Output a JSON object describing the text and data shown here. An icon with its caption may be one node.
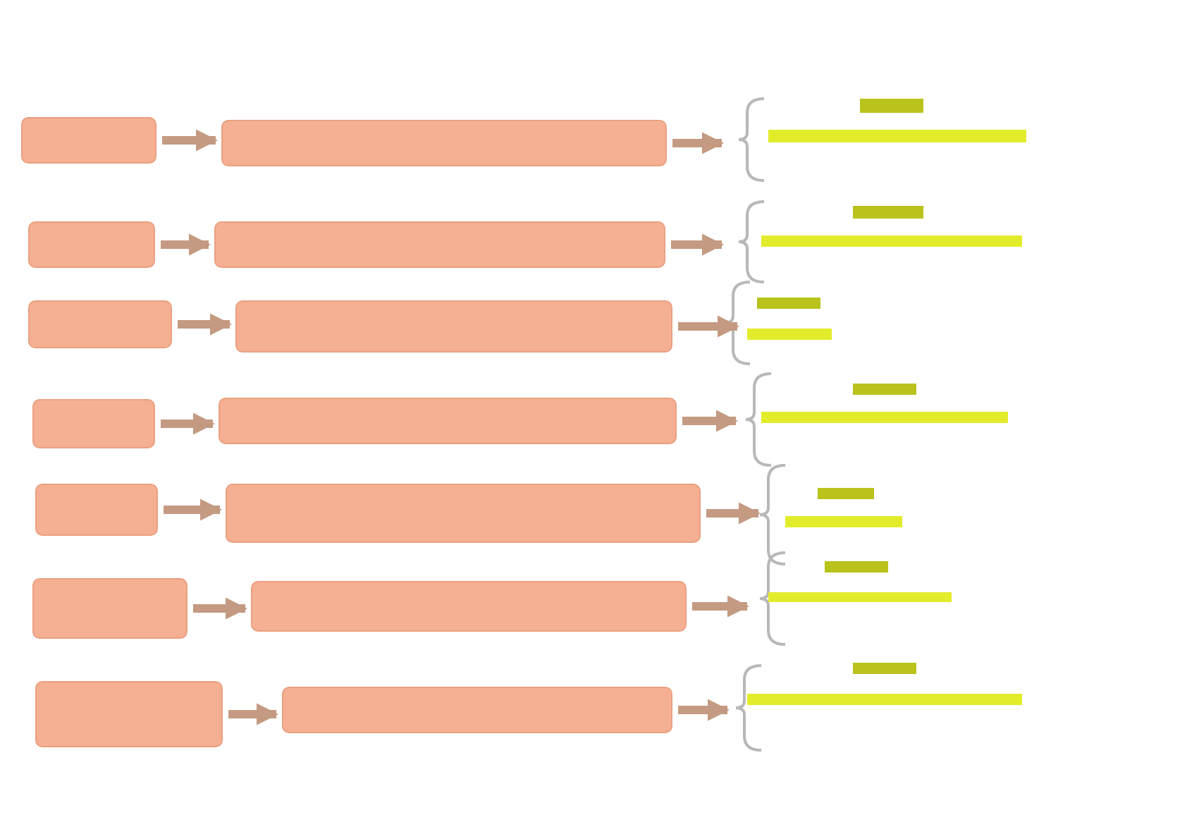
{
  "diagram": {
    "nodes": [
      {
        "text": [],
        "shape": "box"
      },
      {
        "text": [],
        "shape": "box"
      },
      {
        "text": [],
        "shape": "bar"
      },
      {
        "text": [],
        "shape": "bar"
      },
      {
        "text": [],
        "shape": "box"
      },
      {
        "text": [],
        "shape": "box"
      },
      {
        "text": [],
        "shape": "bar"
      },
      {
        "text": [],
        "shape": "bar"
      },
      {
        "text": [],
        "shape": "box"
      },
      {
        "text": [],
        "shape": "box"
      },
      {
        "text": [],
        "shape": "bar"
      },
      {
        "text": [],
        "shape": "bar"
      },
      {
        "text": [],
        "shape": "box"
      },
      {
        "text": [],
        "shape": "box"
      },
      {
        "text": [],
        "shape": "bar"
      },
      {
        "text": [],
        "shape": "bar"
      },
      {
        "text": [],
        "shape": "box"
      },
      {
        "text": [],
        "shape": "box"
      },
      {
        "text": [],
        "shape": "bar"
      },
      {
        "text": [],
        "shape": "bar"
      },
      {
        "text": [],
        "shape": "box"
      },
      {
        "text": [],
        "shape": "box"
      },
      {
        "text": [],
        "shape": "bar"
      },
      {
        "text": [],
        "shape": "bar"
      },
      {
        "text": [],
        "shape": "box"
      },
      {
        "text": [],
        "shape": "box"
      },
      {
        "text": [],
        "shape": "bar"
      },
      {
        "text": [],
        "shape": "bar"
      }
    ],
    "edges": [
      {
        "from": 0,
        "to": 1,
        "arrow": "to"
      },
      {
        "from": 1,
        "to": 3,
        "arrow": "to"
      },
      {
        "from": 4,
        "to": 5,
        "arrow": "to"
      },
      {
        "from": 5,
        "to": 7,
        "arrow": "to"
      },
      {
        "from": 8,
        "to": 9,
        "arrow": "to"
      },
      {
        "from": 9,
        "to": 10,
        "arrow": "to"
      },
      {
        "from": 12,
        "to": 13,
        "arrow": "to"
      },
      {
        "from": 13,
        "to": 15,
        "arrow": "to"
      },
      {
        "from": 16,
        "to": 17,
        "arrow": "to"
      },
      {
        "from": 17,
        "to": 19,
        "arrow": "to"
      },
      {
        "from": 20,
        "to": 21,
        "arrow": "to"
      },
      {
        "from": 21,
        "to": 23,
        "arrow": "to"
      },
      {
        "from": 24,
        "to": 25,
        "arrow": "to"
      },
      {
        "from": 25,
        "to": 27,
        "arrow": "to"
      }
    ]
  }
}
